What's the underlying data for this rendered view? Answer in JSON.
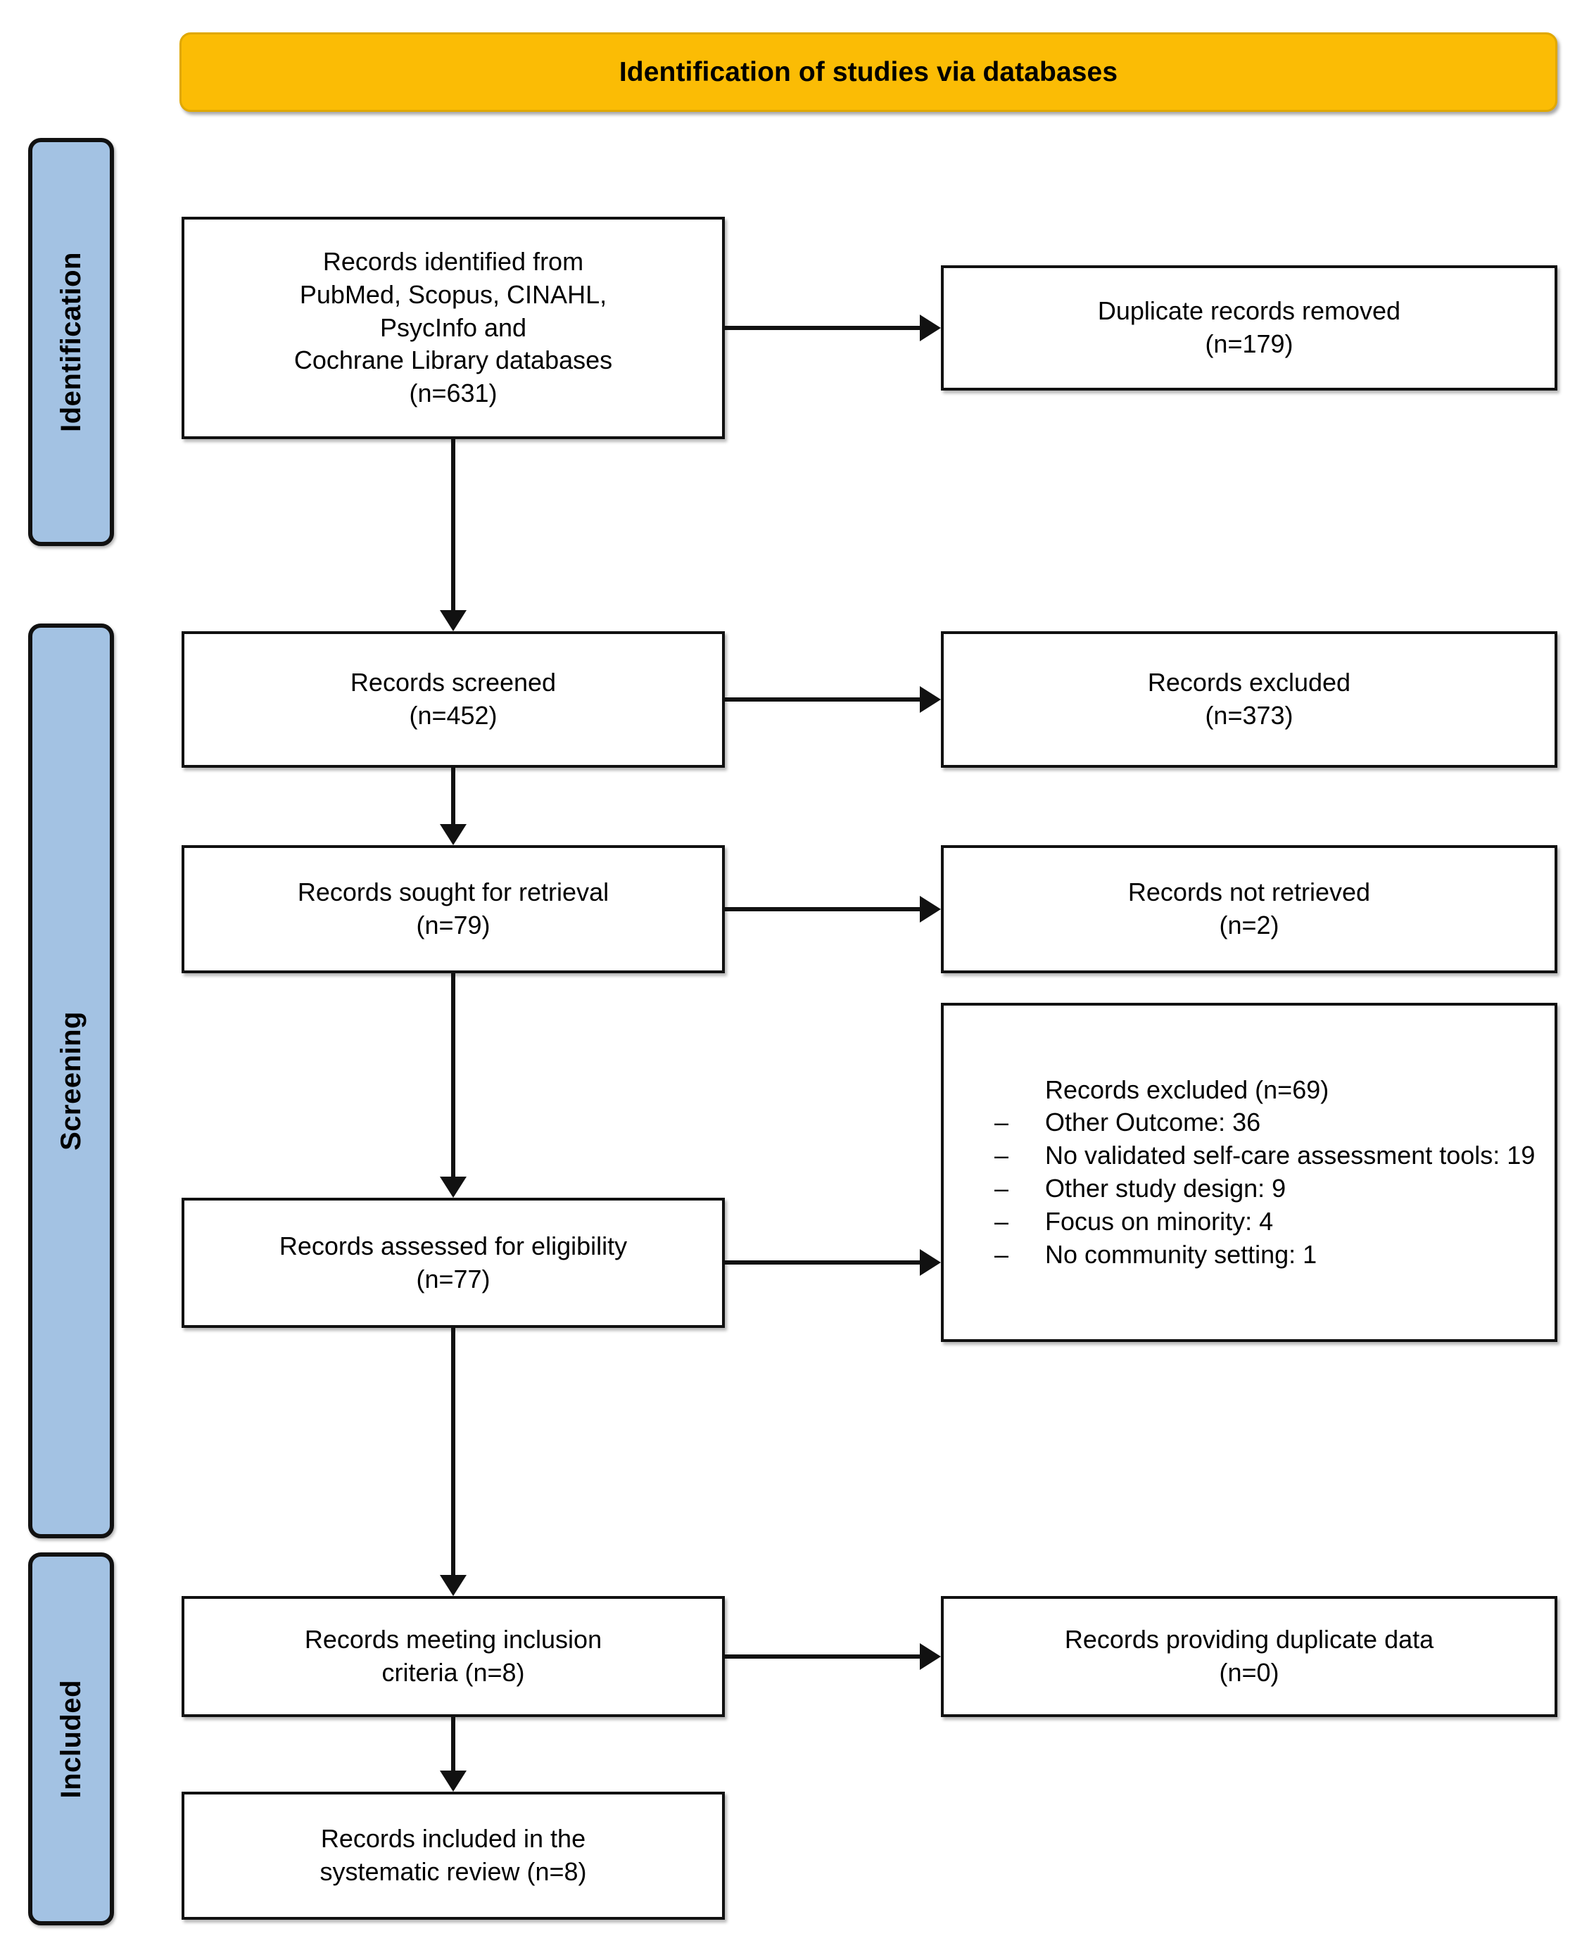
{
  "diagram": {
    "title": "Identification of studies via databases",
    "accent_orange": "#fbbc05",
    "accent_blue": "#a3c2e3",
    "stages": [
      {
        "label": "Identification"
      },
      {
        "label": "Screening"
      },
      {
        "label": "Included"
      }
    ],
    "boxes": {
      "identified": "Records identified from\nPubMed, Scopus, CINAHL,\nPsycInfo and\nCochrane Library databases\n(n=631)",
      "duplicates_removed": "Duplicate records removed\n(n=179)",
      "screened": "Records screened\n(n=452)",
      "excluded_screening": "Records excluded\n(n=373)",
      "sought_retrieval": "Records sought for retrieval\n(n=79)",
      "not_retrieved": "Records not retrieved\n(n=2)",
      "assessed_eligibility": "Records assessed for eligibility\n(n=77)",
      "meeting_inclusion": "Records meeting inclusion\ncriteria (n=8)",
      "duplicate_data": "Records providing duplicate data\n(n=0)",
      "included_final": "Records included in the\nsystematic review (n=8)"
    },
    "excluded_detail": {
      "title": "Records excluded (n=69)",
      "dash": "–",
      "items": [
        "Other Outcome: 36",
        "No validated self-care assessment tools: 19",
        "Other study design: 9",
        "Focus on minority: 4",
        "No community setting: 1"
      ]
    }
  },
  "chart_data": {
    "type": "diagram",
    "title": "Identification of studies via databases",
    "nodes": [
      {
        "id": "identified",
        "stage": "Identification",
        "label": "Records identified from PubMed, Scopus, CINAHL, PsycInfo and Cochrane Library databases",
        "n": 631
      },
      {
        "id": "duplicates_removed",
        "stage": "Identification",
        "label": "Duplicate records removed",
        "n": 179
      },
      {
        "id": "screened",
        "stage": "Screening",
        "label": "Records screened",
        "n": 452
      },
      {
        "id": "excluded_screening",
        "stage": "Screening",
        "label": "Records excluded",
        "n": 373
      },
      {
        "id": "sought_retrieval",
        "stage": "Screening",
        "label": "Records sought for retrieval",
        "n": 79
      },
      {
        "id": "not_retrieved",
        "stage": "Screening",
        "label": "Records not retrieved",
        "n": 2
      },
      {
        "id": "assessed_eligibility",
        "stage": "Screening",
        "label": "Records assessed for eligibility",
        "n": 77
      },
      {
        "id": "excluded_eligibility",
        "stage": "Screening",
        "label": "Records excluded",
        "n": 69,
        "reasons": [
          {
            "reason": "Other Outcome",
            "n": 36
          },
          {
            "reason": "No validated self-care assessment tools",
            "n": 19
          },
          {
            "reason": "Other study design",
            "n": 9
          },
          {
            "reason": "Focus on minority",
            "n": 4
          },
          {
            "reason": "No community setting",
            "n": 1
          }
        ]
      },
      {
        "id": "meeting_inclusion",
        "stage": "Included",
        "label": "Records meeting inclusion criteria",
        "n": 8
      },
      {
        "id": "duplicate_data",
        "stage": "Included",
        "label": "Records providing duplicate data",
        "n": 0
      },
      {
        "id": "included_final",
        "stage": "Included",
        "label": "Records included in the systematic review",
        "n": 8
      }
    ],
    "edges": [
      {
        "from": "identified",
        "to": "duplicates_removed",
        "direction": "right"
      },
      {
        "from": "identified",
        "to": "screened",
        "direction": "down"
      },
      {
        "from": "screened",
        "to": "excluded_screening",
        "direction": "right"
      },
      {
        "from": "screened",
        "to": "sought_retrieval",
        "direction": "down"
      },
      {
        "from": "sought_retrieval",
        "to": "not_retrieved",
        "direction": "right"
      },
      {
        "from": "sought_retrieval",
        "to": "assessed_eligibility",
        "direction": "down"
      },
      {
        "from": "assessed_eligibility",
        "to": "excluded_eligibility",
        "direction": "right"
      },
      {
        "from": "assessed_eligibility",
        "to": "meeting_inclusion",
        "direction": "down"
      },
      {
        "from": "meeting_inclusion",
        "to": "duplicate_data",
        "direction": "right"
      },
      {
        "from": "meeting_inclusion",
        "to": "included_final",
        "direction": "down"
      }
    ]
  }
}
